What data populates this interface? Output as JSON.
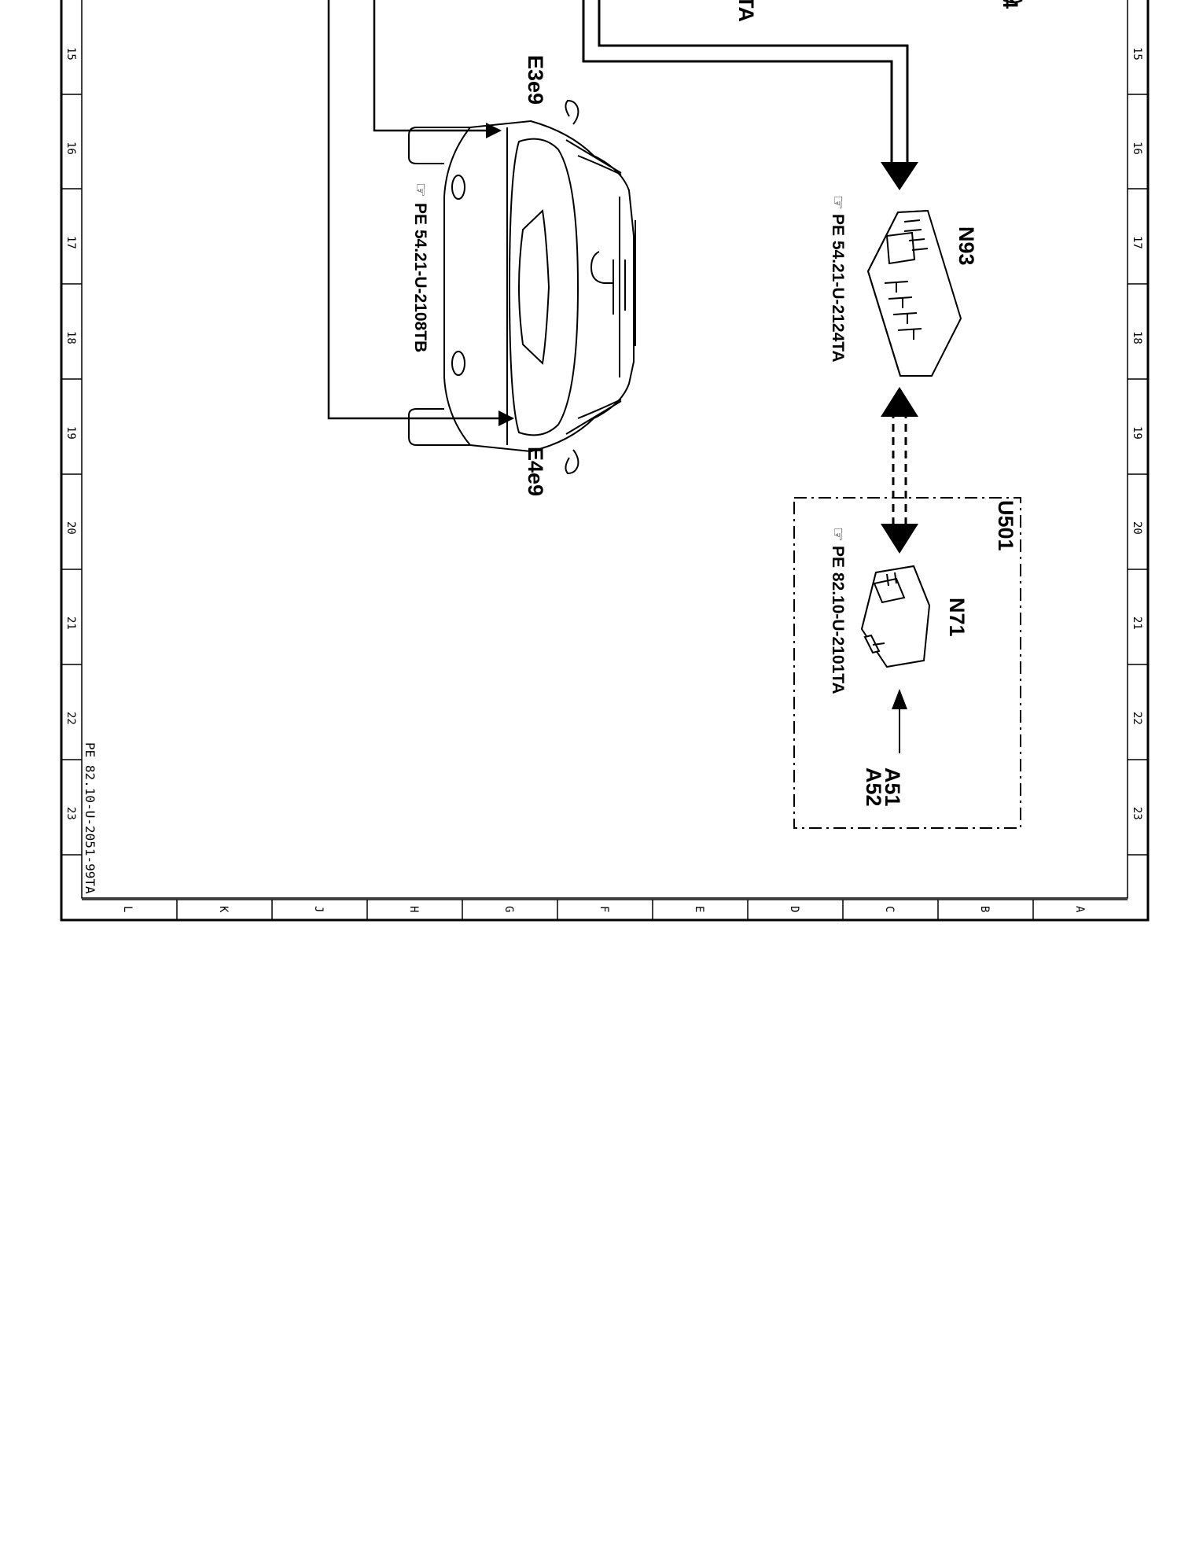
{
  "row_markers": [
    "15",
    "16",
    "17",
    "18",
    "19",
    "20",
    "21",
    "22",
    "23"
  ],
  "column_markers": [
    "L",
    "K",
    "J",
    "H",
    "G",
    "F",
    "E",
    "D",
    "C",
    "B",
    "A"
  ],
  "top_partial_labels": [
    "TA",
    "4"
  ],
  "components": {
    "headlamp_left": {
      "label": "E3e9"
    },
    "headlamp_right": {
      "label": "E4e9"
    },
    "vehicle": {
      "reference": "PE 54.21-U-2108TB"
    },
    "n93": {
      "label": "N93",
      "reference": "PE 54.21-U-2124TA"
    },
    "n71": {
      "label": "N71",
      "reference": "PE 82.10-U-2101TA"
    },
    "u501": {
      "label": "U501"
    },
    "inputs": {
      "label_1": "A51",
      "label_2": "A52"
    }
  },
  "footer": {
    "code": "PE 82.10-U-2051-99TA"
  }
}
